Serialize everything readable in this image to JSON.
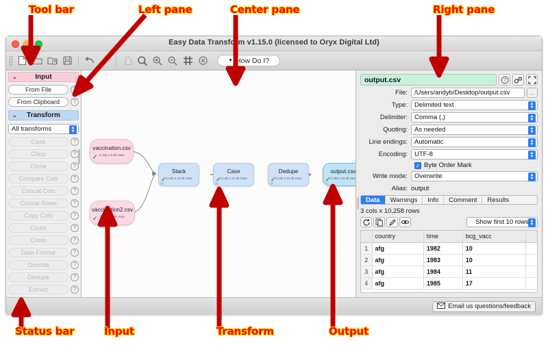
{
  "window": {
    "title": "Easy Data Transform v1.15.0 (licensed to Oryx Digital Ltd)",
    "traffic_lights": [
      "close-red",
      "minimize-amber",
      "zoom-green"
    ]
  },
  "toolbar": {
    "items": [
      {
        "name": "new-icon",
        "label": "New"
      },
      {
        "name": "open-icon",
        "label": "Open"
      },
      {
        "name": "open-recent-icon",
        "label": "Open Recent"
      },
      {
        "name": "save-icon",
        "label": "Save"
      },
      {
        "name": "undo-icon",
        "label": "Undo"
      },
      {
        "name": "redo-icon",
        "label": "Redo"
      },
      {
        "name": "copy-icon",
        "label": "Copy"
      },
      {
        "name": "zoom-fit-icon",
        "label": "Zoom Fit"
      },
      {
        "name": "zoom-in-icon",
        "label": "Zoom In"
      },
      {
        "name": "zoom-out-icon",
        "label": "Zoom Out"
      },
      {
        "name": "snap-grid-icon",
        "label": "Snap To Grid"
      },
      {
        "name": "clear-icon",
        "label": "Clear"
      }
    ],
    "how_do_i": "How Do I?",
    "how_do_i_caret": "▼"
  },
  "left_pane": {
    "input": {
      "header": "Input",
      "chevron": "⌄",
      "buttons": [
        {
          "label": "From File",
          "help": "?"
        },
        {
          "label": "From Clipboard",
          "help": "?"
        }
      ]
    },
    "transform": {
      "header": "Transform",
      "chevron": "⌄",
      "filter_value": "All transforms",
      "items": [
        {
          "label": "Case",
          "help": "?"
        },
        {
          "label": "Chop",
          "help": "?"
        },
        {
          "label": "Clone",
          "help": "?"
        },
        {
          "label": "Compare Cols",
          "help": "?"
        },
        {
          "label": "Concat Cols",
          "help": "?"
        },
        {
          "label": "Concat Rows",
          "help": "?"
        },
        {
          "label": "Copy Cols",
          "help": "?"
        },
        {
          "label": "Count",
          "help": "?"
        },
        {
          "label": "Cross",
          "help": "?"
        },
        {
          "label": "Date Format",
          "help": "?"
        },
        {
          "label": "Decode",
          "help": "?"
        },
        {
          "label": "Dedupe",
          "help": "?"
        },
        {
          "label": "Extract",
          "help": "?"
        }
      ]
    }
  },
  "canvas": {
    "nodes": [
      {
        "id": "vaccination",
        "name": "vaccination.csv",
        "sub": "3 cols x 5.8k rows",
        "kind": "input",
        "check": "✓"
      },
      {
        "id": "vaccination2",
        "name": "vaccination2.csv",
        "sub": "3 cols x 4.5k rows",
        "kind": "input",
        "check": "✓"
      },
      {
        "id": "stack",
        "name": "Stack",
        "sub": "3 cols x 10.3k rows",
        "kind": "transform",
        "check": "✓"
      },
      {
        "id": "case",
        "name": "Case",
        "sub": "3 cols x 10.3k rows",
        "kind": "transform",
        "check": "✓"
      },
      {
        "id": "dedupe",
        "name": "Dedupe",
        "sub": "3 cols x 10.3k rows",
        "kind": "transform",
        "check": "✓"
      },
      {
        "id": "output",
        "name": "output.csv",
        "sub": "3 cols x 10.3k rows",
        "kind": "output",
        "check": "✓"
      }
    ]
  },
  "right_pane": {
    "item_name": "output.csv",
    "head_icons": [
      {
        "name": "help-icon",
        "glyph": "?"
      },
      {
        "name": "settings-icon",
        "glyph": "⚙"
      },
      {
        "name": "expand-icon",
        "glyph": "⤢"
      }
    ],
    "fields": [
      {
        "label": "File:",
        "value": "/Users/andyb/Desktop/output.csv",
        "control": "browse",
        "browse_label": "..."
      },
      {
        "label": "Type:",
        "value": "Delimited text",
        "control": "select"
      },
      {
        "label": "Delimiter:",
        "value": "Comma (,)",
        "control": "select"
      },
      {
        "label": "Quoting:",
        "value": "As needed",
        "control": "select"
      },
      {
        "label": "Line endings:",
        "value": "Automatic",
        "control": "select"
      },
      {
        "label": "Encoding:",
        "value": "UTF-8",
        "control": "select"
      }
    ],
    "byte_order_mark": {
      "label": "Byte Order Mark",
      "checked": true,
      "check": "✓"
    },
    "write_mode": {
      "label": "Write mode:",
      "value": "Overwrite",
      "control": "select"
    },
    "alias": {
      "label": "Alias:",
      "value": "output"
    },
    "tabs": [
      {
        "label": "Data",
        "active": true
      },
      {
        "label": "Warnings",
        "active": false
      },
      {
        "label": "Info",
        "active": false
      },
      {
        "label": "Comment",
        "active": false
      },
      {
        "label": "Results",
        "active": false
      }
    ],
    "dimensions": "3 cols x 10,258 rows",
    "table_tools": [
      {
        "name": "refresh-icon",
        "glyph": "↻"
      },
      {
        "name": "copy-icon",
        "glyph": "⧉"
      },
      {
        "name": "edit-pencil-icon",
        "glyph": "✎"
      },
      {
        "name": "eye-icon",
        "glyph": "◉"
      }
    ],
    "rows_select": "Show first 10 rows",
    "table": {
      "columns": [
        "",
        "country",
        "time",
        "bcg_vacc"
      ],
      "rows": [
        [
          "1",
          "afg",
          "1982",
          "10"
        ],
        [
          "2",
          "afg",
          "1983",
          "10"
        ],
        [
          "3",
          "afg",
          "1984",
          "11"
        ],
        [
          "4",
          "afg",
          "1985",
          "17"
        ]
      ]
    }
  },
  "status_bar": {
    "feedback_label": "Email us questions/feedback",
    "feedback_icon": "envelope-icon"
  },
  "annotations": [
    {
      "id": "toolbar",
      "text": "Tool bar"
    },
    {
      "id": "left-pane",
      "text": "Left pane"
    },
    {
      "id": "center-pane",
      "text": "Center pane"
    },
    {
      "id": "right-pane",
      "text": "Right pane"
    },
    {
      "id": "status-bar",
      "text": "Status bar"
    },
    {
      "id": "input",
      "text": "Input"
    },
    {
      "id": "transform",
      "text": "Transform"
    },
    {
      "id": "output",
      "text": "Output"
    }
  ],
  "colors": {
    "annotation_text": "#ff0000",
    "annotation_outline": "#ffd800",
    "accent_blue": "#2f7ef3",
    "input_node": "#fbd9e3",
    "transform_node": "#cfe2f7",
    "output_node": "#bfe4f5",
    "name_field": "#c9f0dc"
  }
}
